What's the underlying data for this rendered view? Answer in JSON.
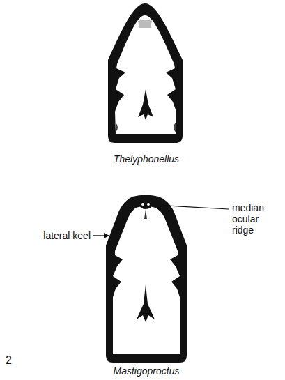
{
  "diagram": {
    "labels": [
      "Thelyphonellus",
      "median ocular ridge",
      "lateral keel",
      "2",
      "Mastigoproctus"
    ]
  }
}
